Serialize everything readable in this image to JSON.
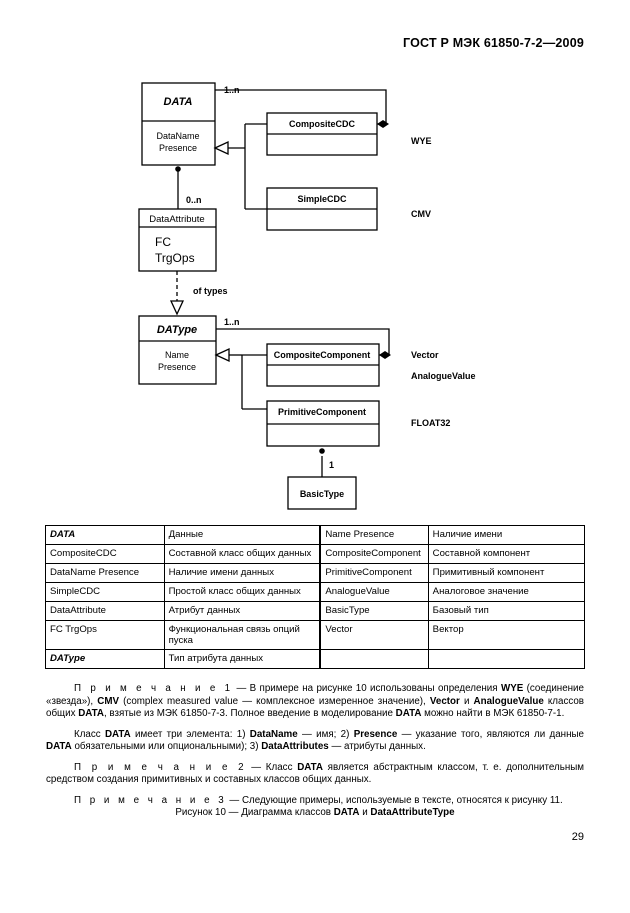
{
  "header": {
    "standard": "ГОСТ Р МЭК 61850-7-2—2009"
  },
  "diagram": {
    "data_class": {
      "name": "DATA",
      "attrs": [
        "DataName",
        "Presence"
      ]
    },
    "composite_cdc": "CompositeCDC",
    "simple_cdc": "SimpleCDC",
    "data_attribute": {
      "name": "DataAttribute",
      "attrs": [
        "FC",
        "TrgOps"
      ]
    },
    "datype_class": {
      "name": "DAType",
      "attrs": [
        "Name",
        "Presence"
      ]
    },
    "composite_component": "CompositeComponent",
    "primitive_component": "PrimitiveComponent",
    "basic_type": "BasicType",
    "mult_1n_top": "1..n",
    "mult_0n": "0..n",
    "of_types": "оf types",
    "mult_1n_mid": "1..n",
    "mult_1": "1",
    "examples": {
      "wye": "WYE",
      "cmv": "CMV",
      "vector": "Vector",
      "analogue_value": "AnalogueValue",
      "float32": "FLOAT32"
    }
  },
  "legend_rows": [
    {
      "t1": "DATA",
      "d1": "Данные",
      "t2": "Name Presence",
      "d2": "Наличие имени",
      "bold1": true
    },
    {
      "t1": "CompositeCDC",
      "d1": "Составной класс общих данных",
      "t2": "CompositeComponent",
      "d2": "Составной компонент"
    },
    {
      "t1": "DataName Presence",
      "d1": "Наличие имени данных",
      "t2": "PrimitiveComponent",
      "d2": "Примитивный компонент"
    },
    {
      "t1": "SimpleCDC",
      "d1": "Простой класс общих данных",
      "t2": "AnalogueValue",
      "d2": "Аналоговое значение"
    },
    {
      "t1": "DataAttribute",
      "d1": "Атрибут данных",
      "t2": "BasicType",
      "d2": "Базовый тип"
    },
    {
      "t1": "FC TrgOps",
      "d1": "Функциональная связь опций пуска",
      "t2": "Vector",
      "d2": "Вектор"
    },
    {
      "t1": "DAType",
      "d1": "Тип атрибута данных",
      "t2": "",
      "d2": "",
      "bold1": true
    }
  ],
  "notes": {
    "note1": {
      "label": "П р и м е ч а н и е  1",
      "p1": " — В примере на рисунке 10 использованы определения ",
      "b1": "WYE",
      "p2": " (соединение «звезда»), ",
      "b2": "CMV",
      "p3": " (complex measured value — комплексное измеренное значение), ",
      "b3": "Vector",
      "p4": " и ",
      "b4": "AnalogueValue",
      "p5": " классов общих ",
      "b5": "DATA",
      "p6": ", взятые из МЭК 61850-7-3. Полное введение в моделирование ",
      "b6": "DATA",
      "p7": " можно найти в МЭК 61850-7-1."
    },
    "para2": {
      "p1": "Класс ",
      "b1": "DATA",
      "p2": " имеет три элемента: 1) ",
      "b2": "DataName",
      "p3": " — имя; 2) ",
      "b3": "Presence",
      "p4": " — указание того, являются ли данные ",
      "b4": "DATA",
      "p5": " обязательными или опциональными); 3) ",
      "b5": "DataAttributes",
      "p6": " — атрибуты данных."
    },
    "note2": {
      "label": "П р и м е ч а н и е  2",
      "p1": " — Класс ",
      "b1": "DATA",
      "p2": " является абстрактным классом, т. е. дополнительным средством создания примитивных и составных классов общих данных."
    },
    "note3": {
      "label": "П р и м е ч а н и е  3",
      "p1": " — Следующие примеры, используемые в тексте, относятся к рисунку 11."
    }
  },
  "caption": {
    "p1": "Рисунок 10 — Диаграмма классов ",
    "b1": "DATA",
    "p2": " и ",
    "b2": "DataAttributeType"
  },
  "page_number": "29"
}
